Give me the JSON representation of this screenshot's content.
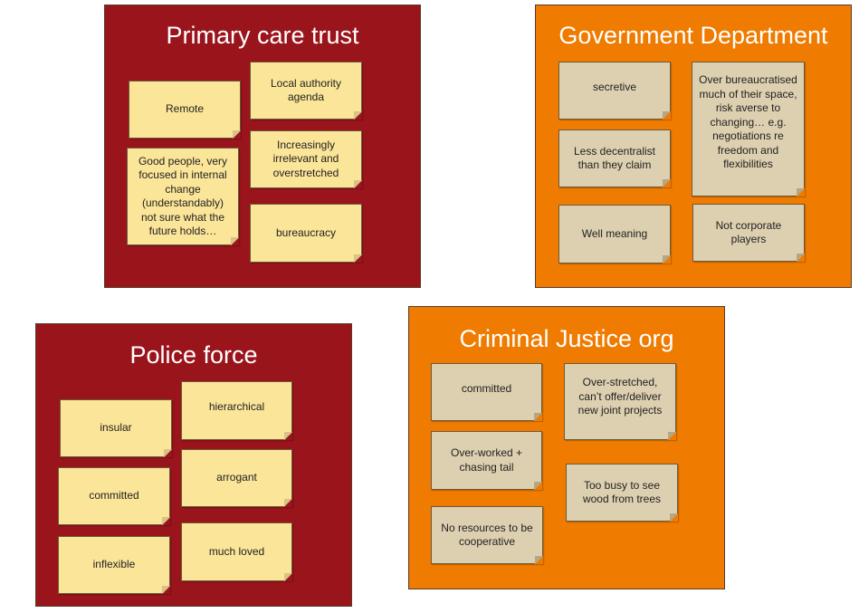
{
  "panels": [
    {
      "title": "Primary care trust",
      "notes": [
        "Remote",
        "Local authority agenda",
        "Good people, very focused in internal change (understandably) not sure what the future holds…",
        "Increasingly irrelevant and overstretched",
        "bureaucracy"
      ]
    },
    {
      "title": "Government Department",
      "notes": [
        "secretive",
        "Over bureaucratised much of their space, risk averse to changing… e.g. negotiations re freedom and flexibilities",
        "Less decentralist than they claim",
        "Well meaning",
        "Not corporate players"
      ]
    },
    {
      "title": "Police force",
      "notes": [
        "insular",
        "hierarchical",
        "committed",
        "arrogant",
        "inflexible",
        "much loved"
      ]
    },
    {
      "title": "Criminal Justice org",
      "notes": [
        "committed",
        "Over-stretched, can’t offer/deliver new joint projects",
        "Over-worked + chasing tail",
        "Too busy to see wood from trees",
        "No resources to be cooperative"
      ]
    }
  ],
  "colors": {
    "dark_red": "#9a141c",
    "orange": "#ef7b00",
    "yellow_note": "#fbe598",
    "beige_note": "#ddd0b0"
  }
}
